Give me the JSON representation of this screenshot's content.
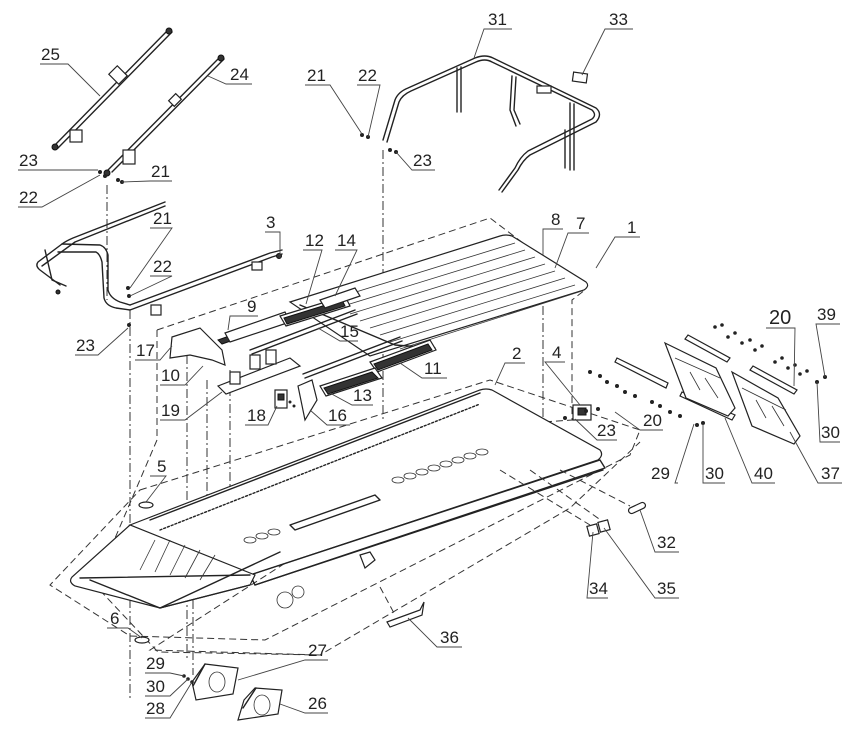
{
  "diagram": {
    "title": "Exploded parts diagram - sled chassis assembly",
    "callouts": [
      {
        "id": "c1",
        "text": "1"
      },
      {
        "id": "c2",
        "text": "2"
      },
      {
        "id": "c3",
        "text": "3"
      },
      {
        "id": "c4",
        "text": "4"
      },
      {
        "id": "c5",
        "text": "5"
      },
      {
        "id": "c6",
        "text": "6"
      },
      {
        "id": "c7",
        "text": "7"
      },
      {
        "id": "c8",
        "text": "8"
      },
      {
        "id": "c9",
        "text": "9"
      },
      {
        "id": "c10",
        "text": "10"
      },
      {
        "id": "c11",
        "text": "11"
      },
      {
        "id": "c12",
        "text": "12"
      },
      {
        "id": "c13",
        "text": "13"
      },
      {
        "id": "c14",
        "text": "14"
      },
      {
        "id": "c15",
        "text": "15"
      },
      {
        "id": "c16",
        "text": "16"
      },
      {
        "id": "c17",
        "text": "17"
      },
      {
        "id": "c18",
        "text": "18"
      },
      {
        "id": "c19",
        "text": "19"
      },
      {
        "id": "c20a",
        "text": "20"
      },
      {
        "id": "c20b",
        "text": "20"
      },
      {
        "id": "c21a",
        "text": "21"
      },
      {
        "id": "c21b",
        "text": "21"
      },
      {
        "id": "c21c",
        "text": "21"
      },
      {
        "id": "c22a",
        "text": "22"
      },
      {
        "id": "c22b",
        "text": "22"
      },
      {
        "id": "c22c",
        "text": "22"
      },
      {
        "id": "c23a",
        "text": "23"
      },
      {
        "id": "c23b",
        "text": "23"
      },
      {
        "id": "c23c",
        "text": "23"
      },
      {
        "id": "c23d",
        "text": "23"
      },
      {
        "id": "c24",
        "text": "24"
      },
      {
        "id": "c25",
        "text": "25"
      },
      {
        "id": "c26",
        "text": "26"
      },
      {
        "id": "c27",
        "text": "27"
      },
      {
        "id": "c28",
        "text": "28"
      },
      {
        "id": "c29a",
        "text": "29"
      },
      {
        "id": "c29b",
        "text": "29"
      },
      {
        "id": "c30a",
        "text": "30"
      },
      {
        "id": "c30b",
        "text": "30"
      },
      {
        "id": "c30c",
        "text": "30"
      },
      {
        "id": "c31",
        "text": "31"
      },
      {
        "id": "c32",
        "text": "32"
      },
      {
        "id": "c33",
        "text": "33"
      },
      {
        "id": "c34",
        "text": "34"
      },
      {
        "id": "c35",
        "text": "35"
      },
      {
        "id": "c36",
        "text": "36"
      },
      {
        "id": "c37",
        "text": "37"
      },
      {
        "id": "c39",
        "text": "39"
      },
      {
        "id": "c40",
        "text": "40"
      }
    ]
  }
}
